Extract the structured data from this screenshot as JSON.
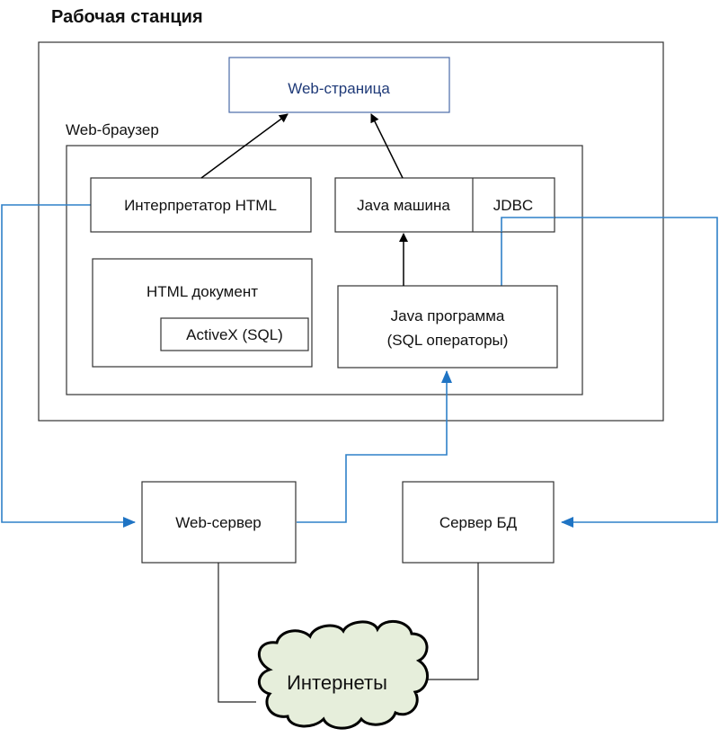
{
  "diagram": {
    "title": "Рабочая станция",
    "browser_label": "Web-браузер",
    "nodes": {
      "web_page": "Web-страница",
      "html_interpreter": "Интерпретатор HTML",
      "java_machine": "Java машина",
      "jdbc": "JDBC",
      "html_document": "HTML документ",
      "activex": "ActiveX (SQL)",
      "java_program_line1": "Java программа",
      "java_program_line2": "(SQL операторы)",
      "web_server": "Web-сервер",
      "db_server": "Сервер БД",
      "internet": "Интернеты"
    },
    "colors": {
      "connector_blue": "#2f80c8",
      "web_page_text": "#1f3a78",
      "web_page_border": "#4a6aa8",
      "cloud_fill": "#e6eedb"
    }
  }
}
